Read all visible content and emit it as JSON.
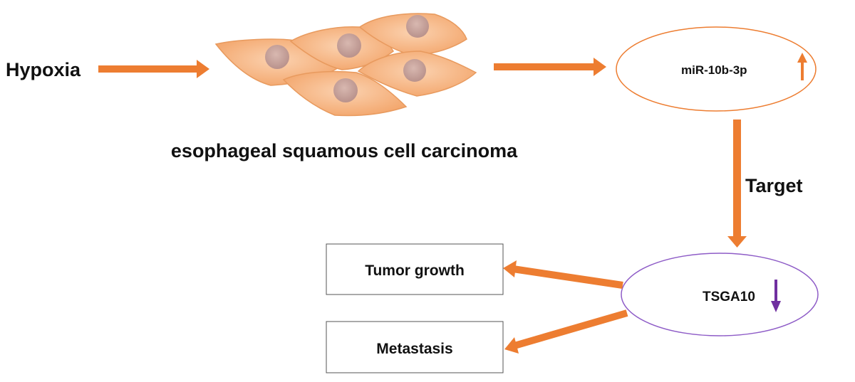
{
  "diagram": {
    "stimulus_label": "Hypoxia",
    "cell_caption": "esophageal squamous cell carcinoma",
    "mirna_label": "miR-10b-3p",
    "mirna_change": "up",
    "relation_label": "Target",
    "gene_label": "TSGA10",
    "gene_change": "down",
    "outcome_1_label": "Tumor growth",
    "outcome_2_label": "Metastasis"
  },
  "colors": {
    "arrow": "#ED7D31",
    "cell_fill": "#F6B17F",
    "cell_stroke": "#E89A5E",
    "nucleus_fill": "#C7A09B",
    "mirna_ellipse_stroke": "#ED7D31",
    "gene_ellipse_stroke": "#8E5CC7",
    "down_arrow": "#7030A0",
    "box_stroke": "#555555",
    "text": "#111111"
  }
}
